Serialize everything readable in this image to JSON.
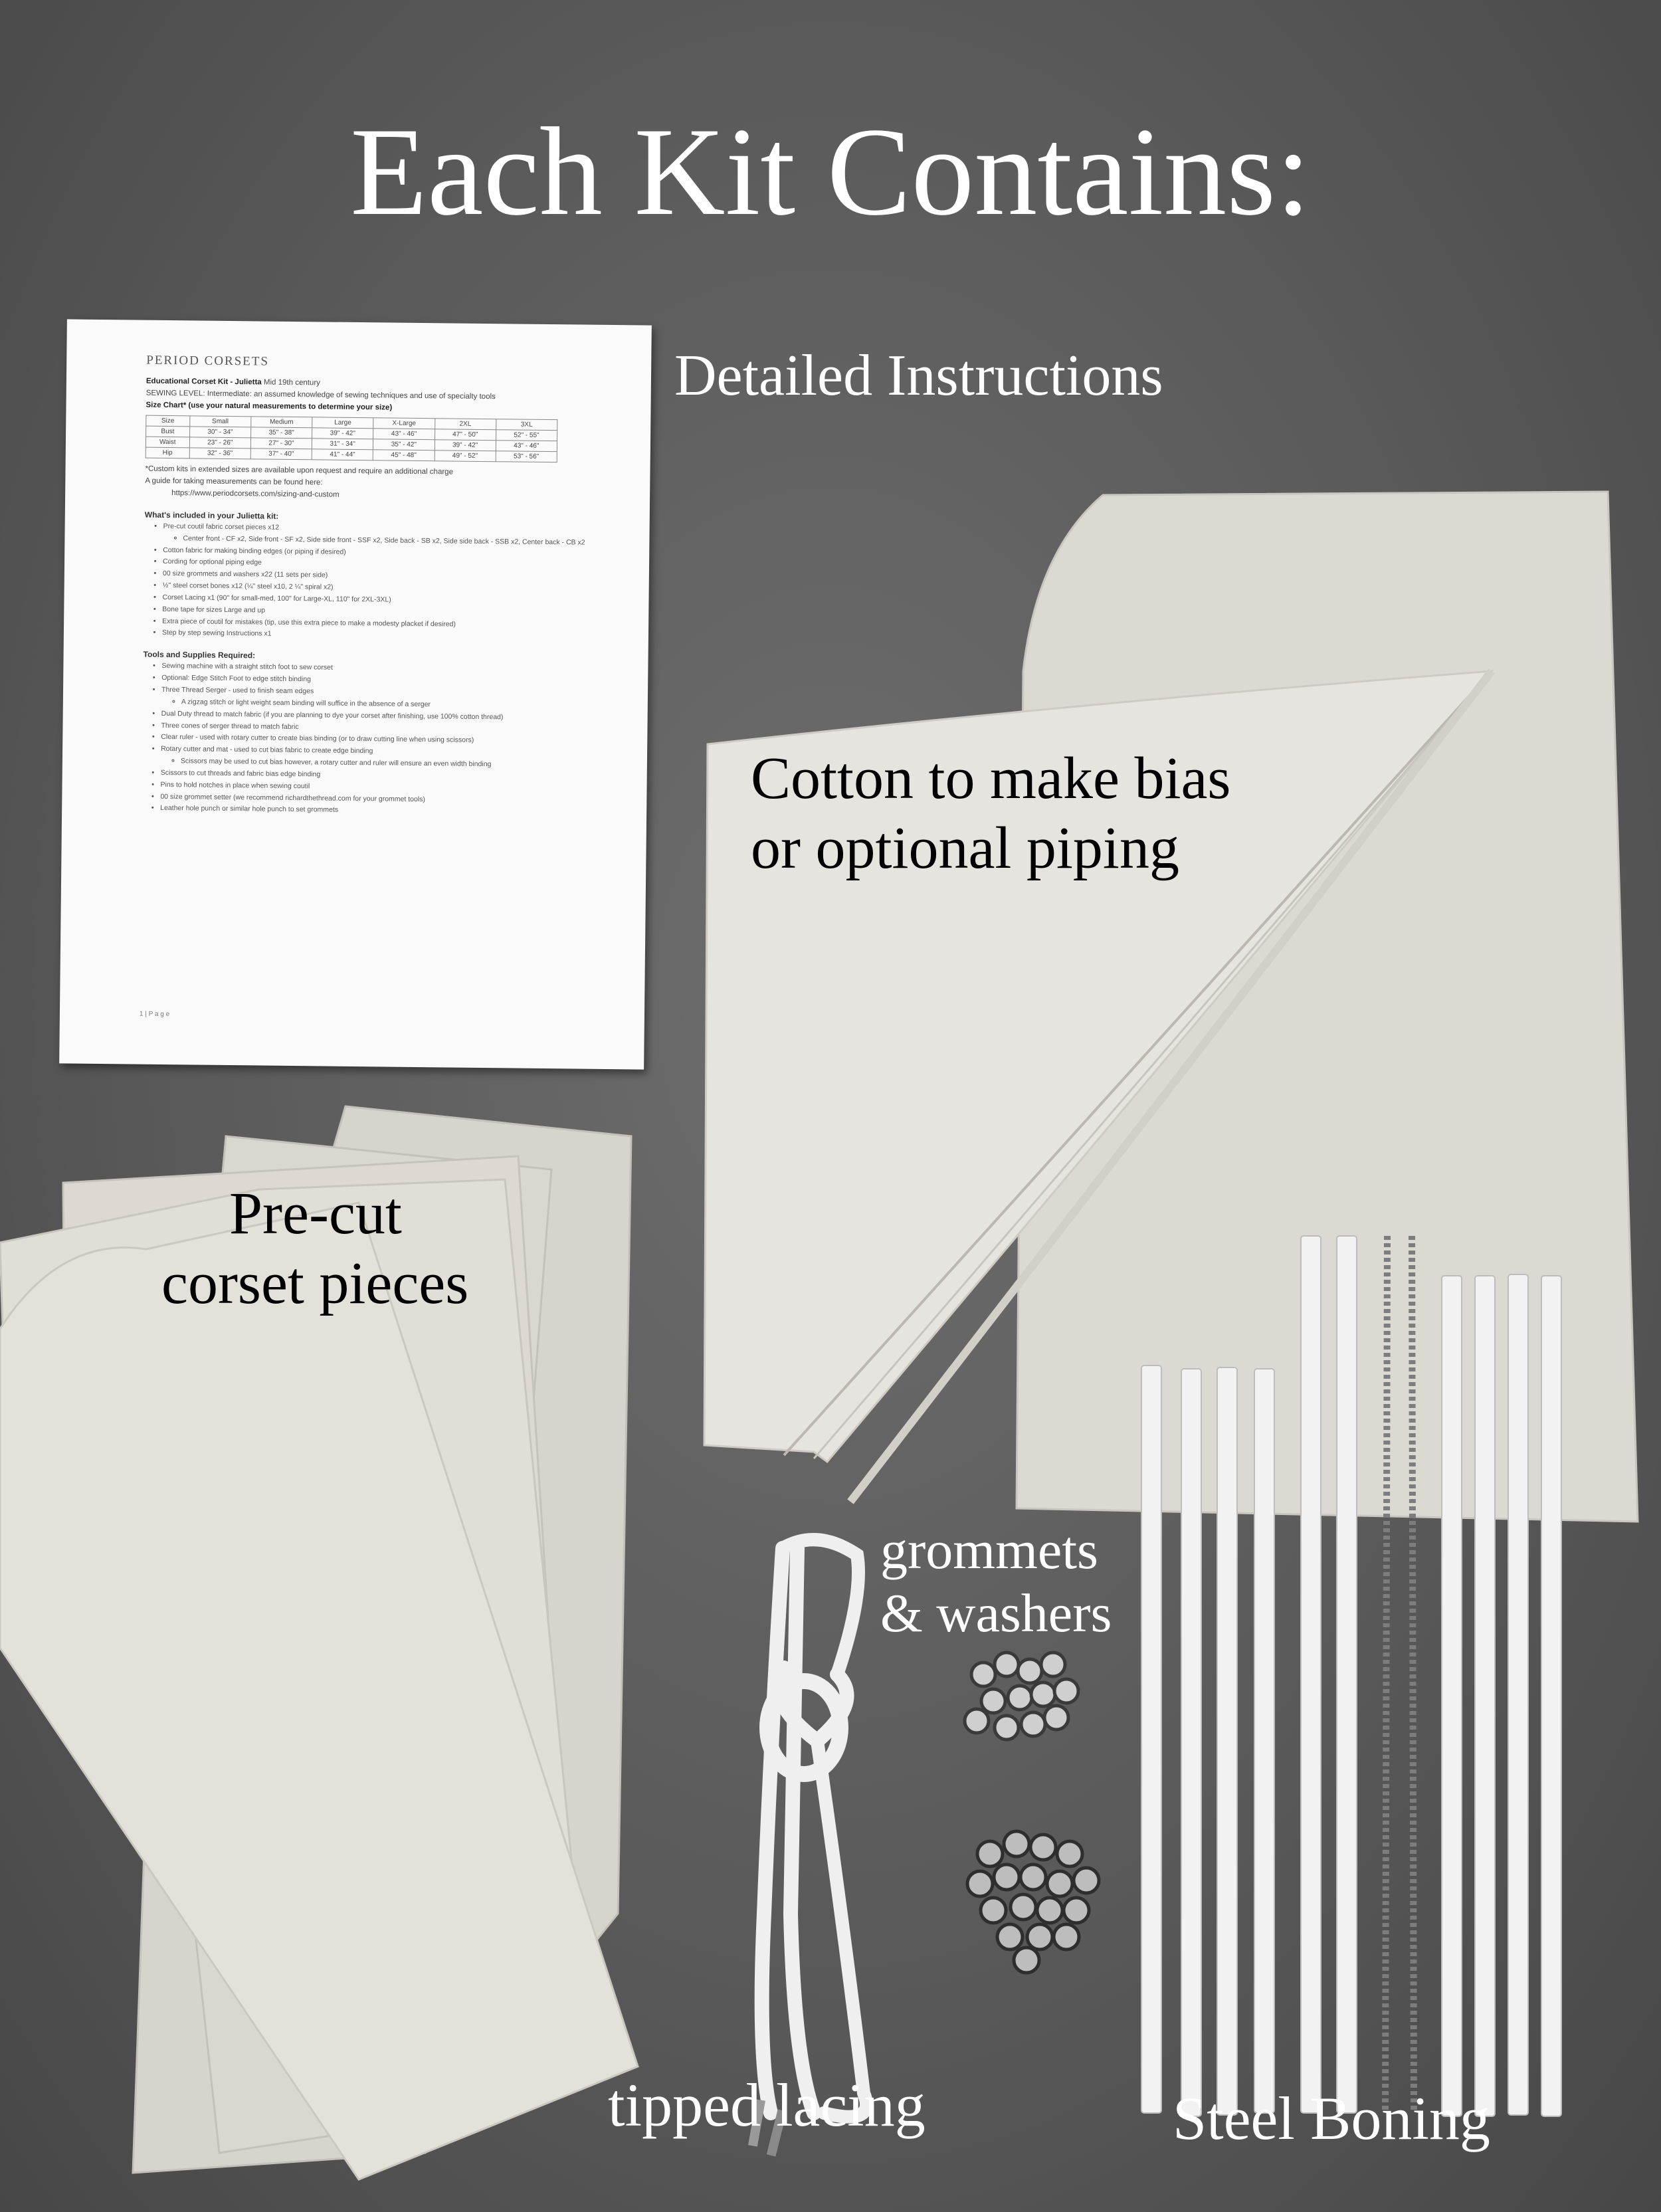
{
  "title": "Each Kit Contains:",
  "labels": {
    "instructions": "Detailed Instructions",
    "cotton_line1": "Cotton to make bias",
    "cotton_line2": "or optional piping",
    "precut_line1": "Pre-cut",
    "precut_line2": "corset pieces",
    "grommets_line1": "grommets",
    "grommets_line2": "& washers",
    "lacing": "tipped lacing",
    "boning": "Steel Boning"
  },
  "sheet": {
    "brand": "PERIOD CORSETS",
    "kit_title": "Educational Corset Kit - Julietta",
    "kit_era": "Mid 19th century",
    "level": "SEWING LEVEL: Intermediate: an assumed knowledge of sewing techniques and use of specialty tools",
    "size_chart": "Size Chart* (use your natural measurements to determine your size)",
    "table_header": [
      "Size",
      "Small",
      "Medium",
      "Large",
      "X-Large",
      "2XL",
      "3XL"
    ],
    "table_rows": [
      [
        "Bust",
        "30\" - 34\"",
        "35\" - 38\"",
        "39\" - 42\"",
        "43\" - 46\"",
        "47\" - 50\"",
        "52\" - 55\""
      ],
      [
        "Waist",
        "23\" - 26\"",
        "27\" - 30\"",
        "31\" - 34\"",
        "35\" - 42\"",
        "39\" - 42\"",
        "43\" - 46\""
      ],
      [
        "Hip",
        "32\" - 36\"",
        "37\" - 40\"",
        "41\" - 44\"",
        "45\" - 48\"",
        "49\" - 52\"",
        "53\" - 56\""
      ]
    ],
    "note": "*Custom kits in extended sizes are available upon request and require an additional charge",
    "guide": "A guide for taking measurements can be found here:",
    "url": "https://www.periodcorsets.com/sizing-and-custom",
    "included_title": "What's included in your Julietta kit:",
    "included": [
      "Pre-cut coutil fabric corset pieces x12",
      "Center front - CF x2, Side front - SF x2, Side side front - SSF x2, Side back - SB x2, Side side back - SSB x2, Center back - CB x2",
      "Cotton fabric for making binding edges (or piping if desired)",
      "Cording for optional piping edge",
      "00 size grommets and washers x22 (11 sets per side)",
      "½\" steel corset bones x12 (¼\" steel x10, 2 ¼\" spiral x2)",
      "Corset Lacing x1 (90\" for small-med, 100\" for Large-XL, 110\" for 2XL-3XL)",
      "Bone tape for sizes Large and up",
      "Extra piece of coutil for mistakes (tip, use this extra piece to make a modesty placket if desired)",
      "Step by step sewing Instructions x1"
    ],
    "tools_title": "Tools and Supplies Required:",
    "tools": [
      "Sewing machine with a straight stitch foot to sew corset",
      "Optional: Edge Stitch Foot to edge stitch binding",
      "Three Thread Serger - used to finish seam edges",
      "A zigzag stitch or light weight seam binding will suffice in the absence of a serger",
      "Dual Duty thread to match fabric (if you are planning to dye your corset after finishing, use 100% cotton thread)",
      "Three cones of serger thread to match fabric",
      "Clear ruler - used with rotary cutter to create bias binding (or to draw cutting line when using scissors)",
      "Rotary cutter and mat - used to cut bias fabric to create edge binding",
      "Scissors may be used to cut bias however, a rotary cutter and ruler will ensure an even width binding",
      "Scissors to cut threads and fabric bias edge binding",
      "Pins to hold notches in place when sewing coutil",
      "00 size grommet setter (we recommend richardthethread.com for your grommet tools)",
      "Leather hole punch or similar hole punch to set grommets"
    ],
    "page": "1 | P a g e"
  },
  "colors": {
    "background": "#5f5f5f",
    "fabric": "#dedbd4",
    "paper": "#fafafa",
    "text": "#ffffff"
  },
  "icons": [
    "instruction-sheet",
    "fabric-panel",
    "folded-cotton",
    "corset-pieces",
    "lacing-coil",
    "grommets",
    "steel-bones"
  ]
}
